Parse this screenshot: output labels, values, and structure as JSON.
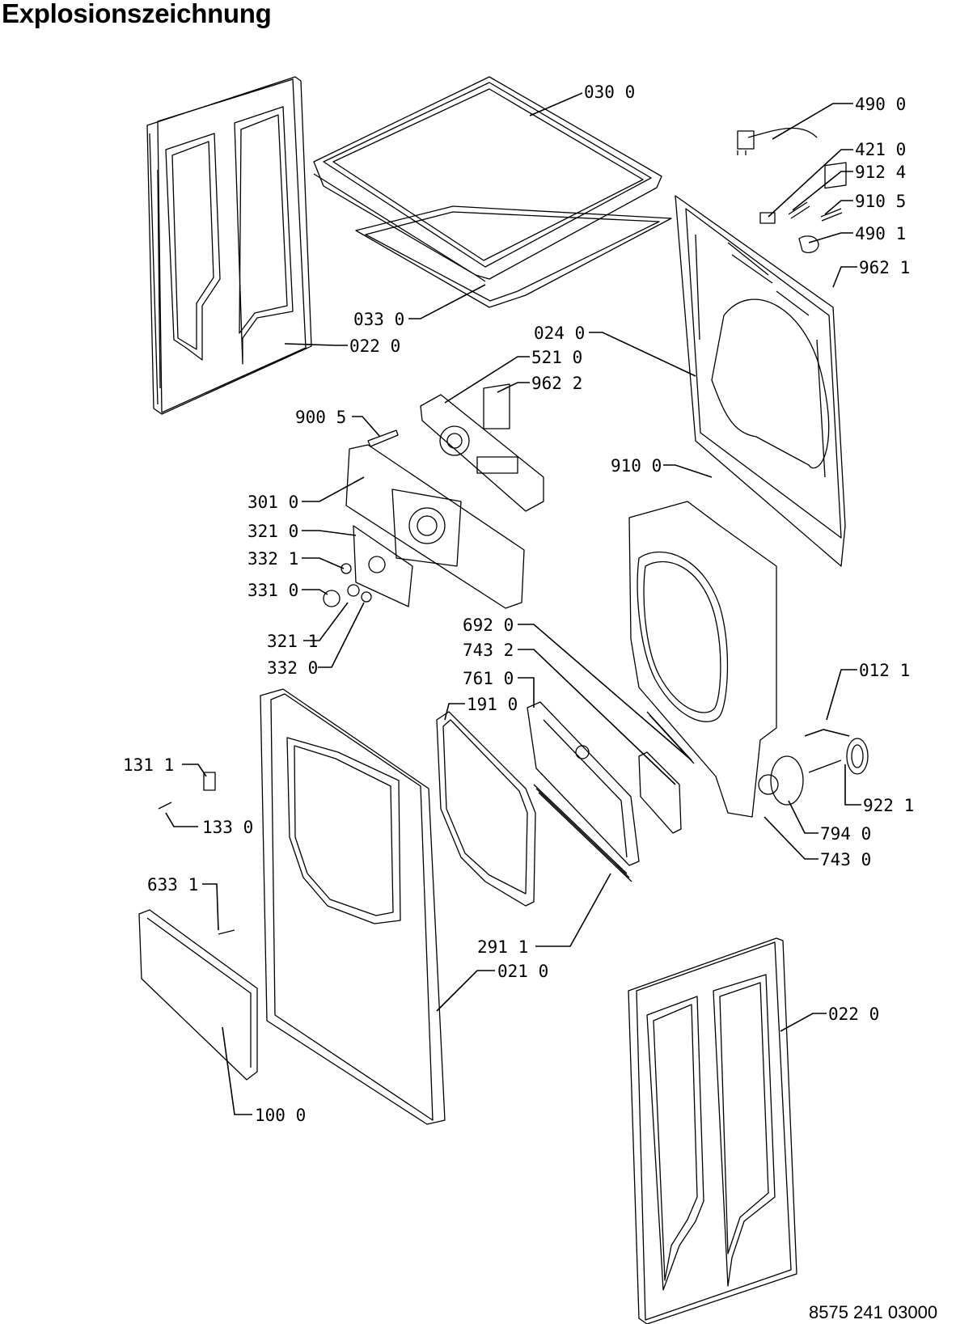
{
  "title": "Explosionszeichnung",
  "document_number": "8575 241 03000",
  "part_labels": {
    "p0300": "030 0",
    "p4900": "490 0",
    "p4210": "421 0",
    "p9124": "912 4",
    "p9105": "910 5",
    "p4901": "490 1",
    "p9621": "962 1",
    "p0330": "033 0",
    "p0220a": "022 0",
    "p0240": "024 0",
    "p5210": "521 0",
    "p9622": "962 2",
    "p9005": "900 5",
    "p9100": "910 0",
    "p3010": "301 0",
    "p3210": "321 0",
    "p3321": "332 1",
    "p3310": "331 0",
    "p3211": "321 1",
    "p3320": "332 0",
    "p6920": "692 0",
    "p7432": "743 2",
    "p7610": "761 0",
    "p1910": "191 0",
    "p0121": "012 1",
    "p1311": "131 1",
    "p1330": "133 0",
    "p9221": "922 1",
    "p7940": "794 0",
    "p7430": "743 0",
    "p6331": "633 1",
    "p2911": "291 1",
    "p0210": "021 0",
    "p0220b": "022 0",
    "p1000": "100 0"
  }
}
